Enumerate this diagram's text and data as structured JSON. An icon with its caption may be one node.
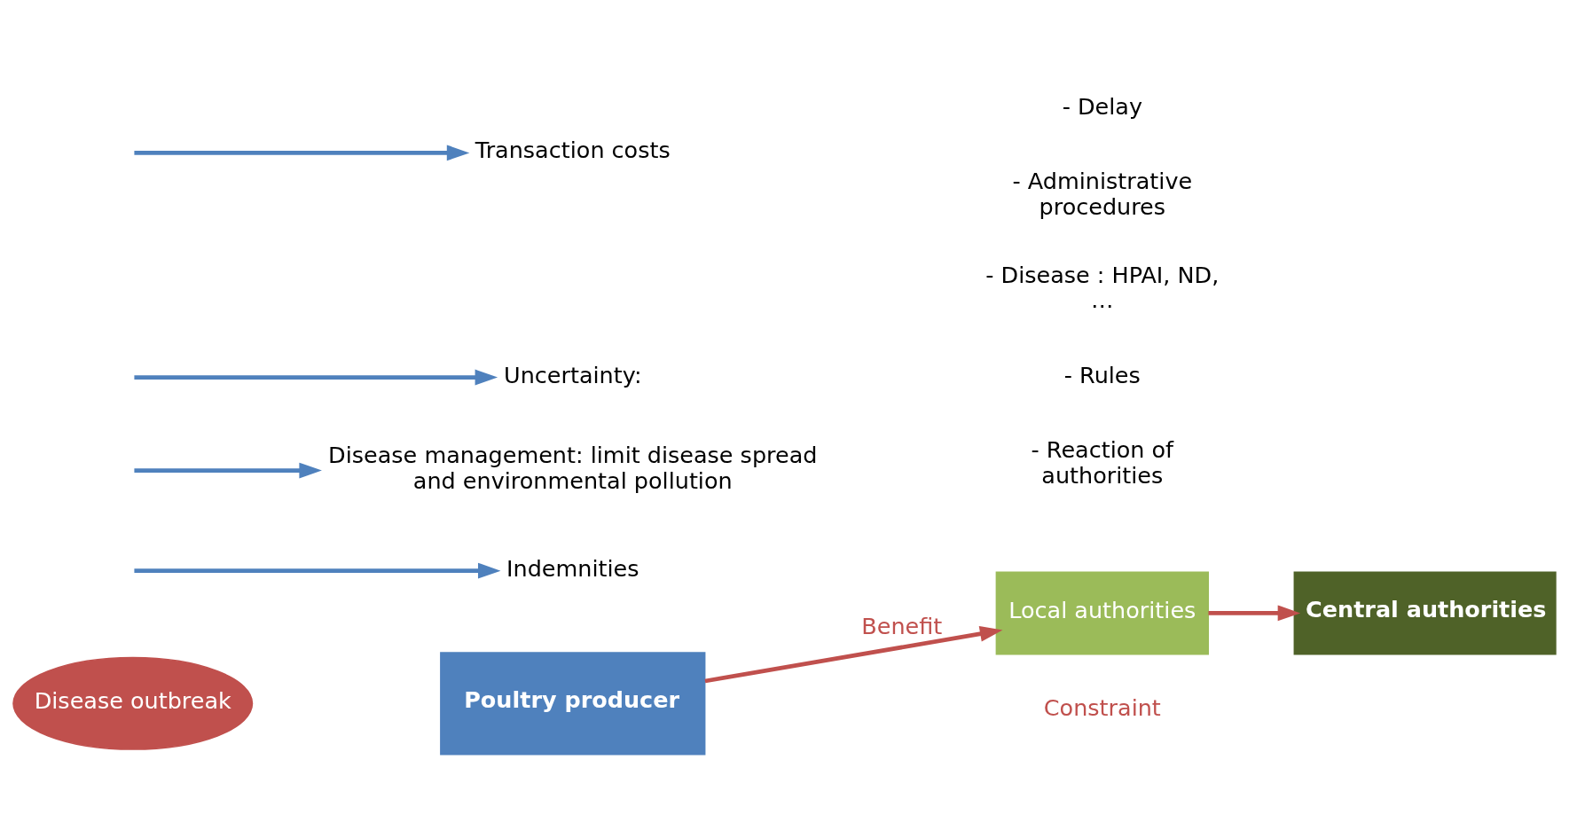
{
  "diagram": {
    "nodes": [
      {
        "text": [
          "Poultry producer"
        ]
      },
      {
        "text": [
          "Disease outbreak"
        ]
      },
      {
        "text": [
          "Local authorities"
        ]
      },
      {
        "text": [
          "Central authorities"
        ]
      },
      {
        "text": [
          "Indemnities"
        ]
      },
      {
        "text": [
          "Disease management: limit disease spread and environmental pollution"
        ]
      },
      {
        "text": [
          "Uncertainty:"
        ],
        "beside": [
          "- Disease : HPAI, ND, …",
          "- Rules",
          "- Reaction of authorities"
        ]
      },
      {
        "text": [
          "Transaction costs"
        ],
        "beside": [
          "- Delay",
          "- Administrative procedures"
        ]
      }
    ],
    "edges": [
      {
        "from": 0,
        "to": 2,
        "arrow": "to",
        "label": "Benefit",
        "color": "#c0504d"
      },
      {
        "from": 2,
        "to": 3,
        "arrow": "to",
        "color": "#c0504d"
      },
      {
        "from": null,
        "to": 4,
        "arrow": "to"
      },
      {
        "from": null,
        "to": 5,
        "arrow": "to"
      },
      {
        "from": null,
        "to": 6,
        "arrow": "to"
      },
      {
        "from": null,
        "to": 7,
        "arrow": "to"
      }
    ],
    "labels": [
      "Constraint"
    ]
  }
}
